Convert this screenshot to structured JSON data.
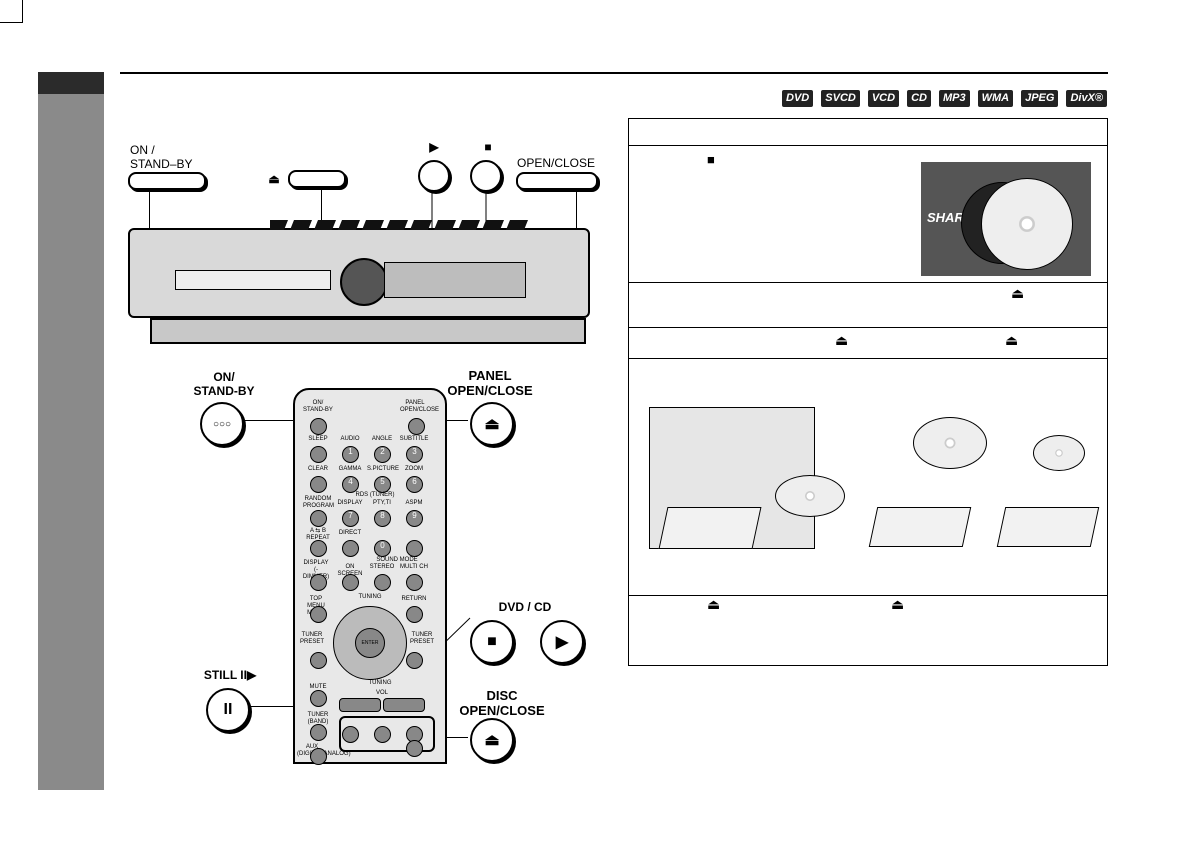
{
  "formats": [
    "DVD",
    "SVCD",
    "VCD",
    "CD",
    "MP3",
    "WMA",
    "JPEG",
    "DivX®"
  ],
  "main_unit": {
    "on_standby": "ON /\nSTAND–BY",
    "eject_symbol": "⏏",
    "play_symbol": "▶",
    "stop_symbol": "■",
    "open_close": "OPEN/CLOSE"
  },
  "remote_labels": {
    "on_standby": "ON/\nSTAND-BY",
    "panel_open_close": "PANEL\nOPEN/CLOSE",
    "dvd_cd": "DVD / CD",
    "still": "STILL II▶",
    "disc_open_close": "DISC\nOPEN/CLOSE"
  },
  "remote_keys": [
    [
      "SLEEP",
      "AUDIO",
      "ANGLE",
      "SUBTITLE"
    ],
    [
      "CLEAR",
      "GAMMA",
      "S.PICTURE",
      "ZOOM"
    ],
    [
      "RANDOM PROGRAM",
      "DISPLAY",
      "PTY,TI",
      "ASPM"
    ],
    [
      "A ⇆ B REPEAT",
      "DIRECT",
      "",
      ""
    ],
    [
      "DISPLAY (-DIMMER)",
      "ON SCREEN",
      "STEREO",
      "MULTI CH"
    ]
  ],
  "remote_keys_numbers": [
    "1",
    "2",
    "3",
    "4",
    "5",
    "6",
    "7",
    "8",
    "9",
    "0"
  ],
  "remote_nav": {
    "top_menu": "TOP MENU MENU",
    "return": "RETURN",
    "tuning": "TUNING",
    "enter": "ENTER",
    "tuner_preset": "TUNER PRESET",
    "mute": "MUTE",
    "vol": "VOL",
    "tuner_band": "TUNER (BAND)",
    "aux": "AUX (DIGITAL/ANALOG)",
    "rds_tuner": "RDS (TUNER)",
    "sound_mode": "SOUND MODE",
    "sharp": "SHARP"
  },
  "steps": {
    "step1_stop": "■",
    "step3_eject_a": "⏏",
    "step3_eject_b": "⏏",
    "step2_eject": "⏏",
    "step5_eject_a": "⏏",
    "step5_eject_b": "⏏"
  }
}
